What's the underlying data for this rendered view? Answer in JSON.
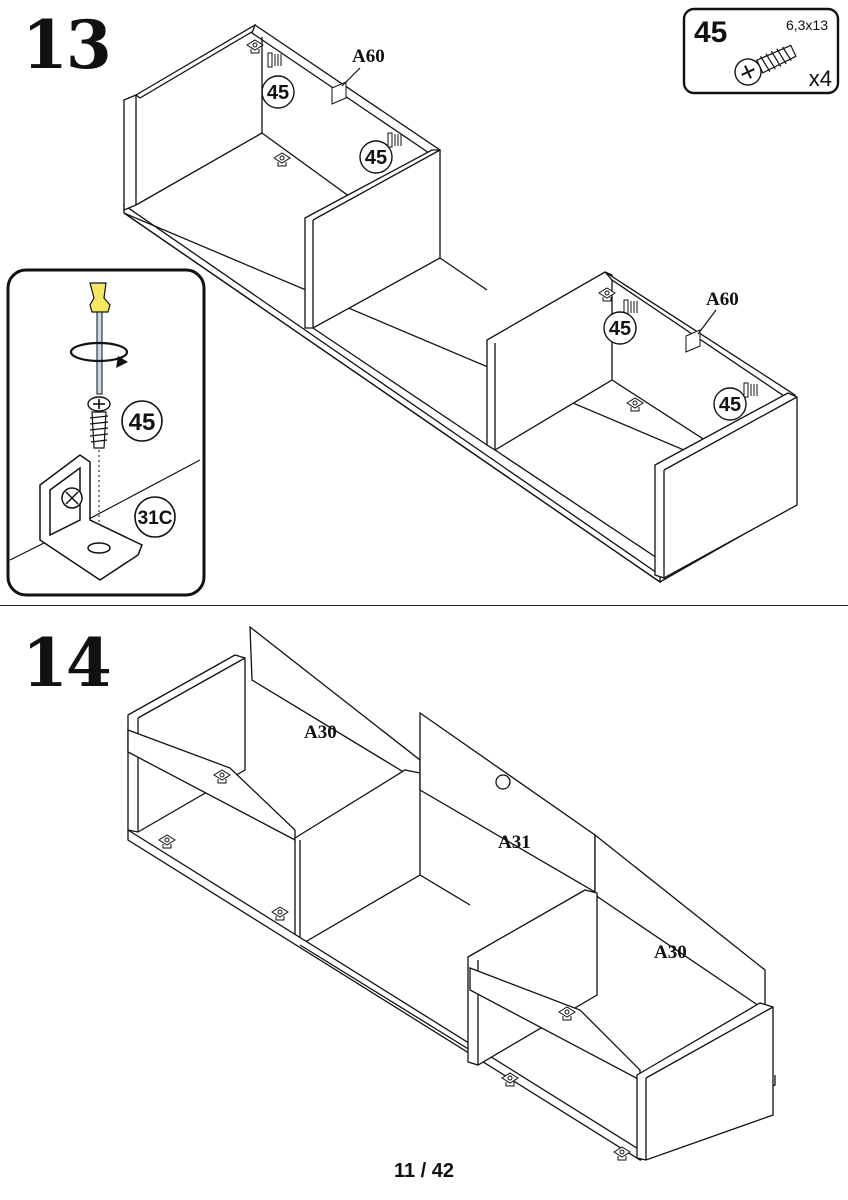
{
  "steps": {
    "step13": {
      "number": "13"
    },
    "step14": {
      "number": "14"
    }
  },
  "hardware_box": {
    "part": "45",
    "size": "6,3x13",
    "quantity": "x4"
  },
  "callouts": {
    "screw": "45",
    "a60": "A60",
    "bracket": "31C",
    "back_panel": "A30",
    "middle_panel": "A31"
  },
  "footer": {
    "page": "11 / 42"
  }
}
